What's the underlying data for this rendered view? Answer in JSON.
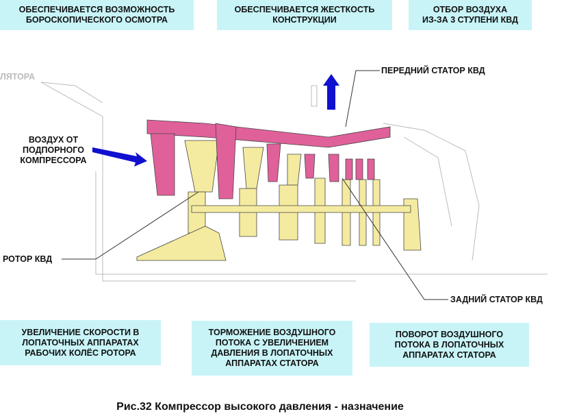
{
  "top_boxes": [
    {
      "lines": [
        "ОБЕСПЕЧИВАЕТСЯ ВОЗМОЖНОСТЬ",
        "БОРОСКОПИЧЕСКОГО ОСМОТРА"
      ]
    },
    {
      "lines": [
        "ОБЕСПЕЧИВАЕТСЯ ЖЕСТКОСТЬ",
        "КОНСТРУКЦИИ"
      ]
    },
    {
      "lines": [
        "ОТБОР ВОЗДУХА",
        "ИЗ-ЗА 3 СТУПЕНИ КВД"
      ]
    }
  ],
  "labels": {
    "partial": "ЛЯТОРА",
    "front_stator": "ПЕРЕДНИЙ СТАТОР КВД",
    "air_from": [
      "ВОЗДУХ ОТ",
      "ПОДПОРНОГО",
      "КОМПРЕССОРА"
    ],
    "rotor": "РОТОР КВД",
    "rear_stator": "ЗАДНИЙ СТАТОР КВД"
  },
  "bottom_boxes": [
    {
      "lines": [
        "УВЕЛИЧЕНИЕ СКОРОСТИ В",
        "ЛОПАТОЧНЫХ АППАРАТАХ",
        "РАБОЧИХ КОЛЁС РОТОРА"
      ]
    },
    {
      "lines": [
        "ТОРМОЖЕНИЕ ВОЗДУШНОГО",
        "ПОТОКА С УВЕЛИЧЕНИЕМ",
        "ДАВЛЕНИЯ В ЛОПАТОЧНЫХ",
        "АППАРАТАХ СТАТОРА"
      ]
    },
    {
      "lines": [
        "ПОВОРОТ ВОЗДУШНОГО",
        "ПОТОКА В ЛОПАТОЧНЫХ",
        "АППАРАТАХ СТАТОРА"
      ]
    }
  ],
  "caption": "Рис.32 Компрессор высокого давления - назначение",
  "colors": {
    "box": "#c8f4f8",
    "stator": "#e0609a",
    "rotor": "#f4eba0",
    "arrow": "#1010d0"
  }
}
